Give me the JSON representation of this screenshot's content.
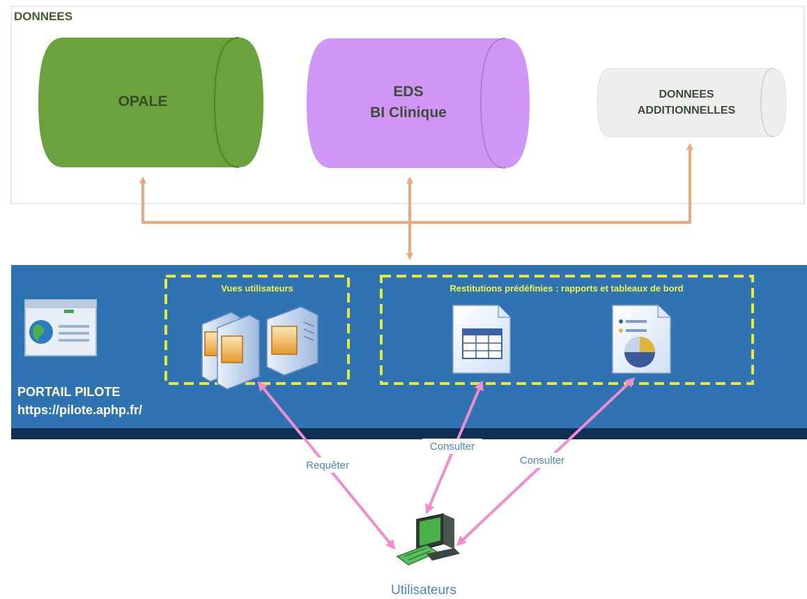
{
  "data_section": {
    "title": "DONNEES",
    "sources": [
      {
        "name": "opale",
        "lines": [
          "OPALE"
        ],
        "color": "#6aa33d",
        "text_color": "#3b4a2a"
      },
      {
        "name": "eds",
        "lines": [
          "EDS",
          "BI Clinique"
        ],
        "color": "#cf96f5",
        "text_color": "#3e4c3a"
      },
      {
        "name": "additional",
        "lines": [
          "DONNEES",
          "ADDITIONNELLES"
        ],
        "color": "#eeeeee",
        "text_color": "#3e4c3a"
      }
    ]
  },
  "portal": {
    "name": "PORTAIL PILOTE",
    "url": "https://pilote.aphp.fr/",
    "color": "#2f73b3",
    "groups": {
      "user_views": {
        "title": "Vues utilisateurs"
      },
      "predefined": {
        "title": "Restitutions prédéfinies : rapports et tableaux de bord"
      }
    }
  },
  "flows": {
    "query": "Requêter",
    "consult_table": "Consulter",
    "consult_report": "Consulter"
  },
  "users": {
    "label": "Utilisateurs"
  },
  "colors": {
    "orange_arrow": "#f0a87a",
    "pink_arrow": "#f28ccd",
    "dash": "#e8e83a",
    "section_title": "#3f5f2a",
    "flow_label": "#4a86c8"
  },
  "icons": [
    "portal-browser-icon",
    "user-views-servers-icon",
    "table-report-icon",
    "pie-report-icon",
    "users-computer-icon"
  ]
}
